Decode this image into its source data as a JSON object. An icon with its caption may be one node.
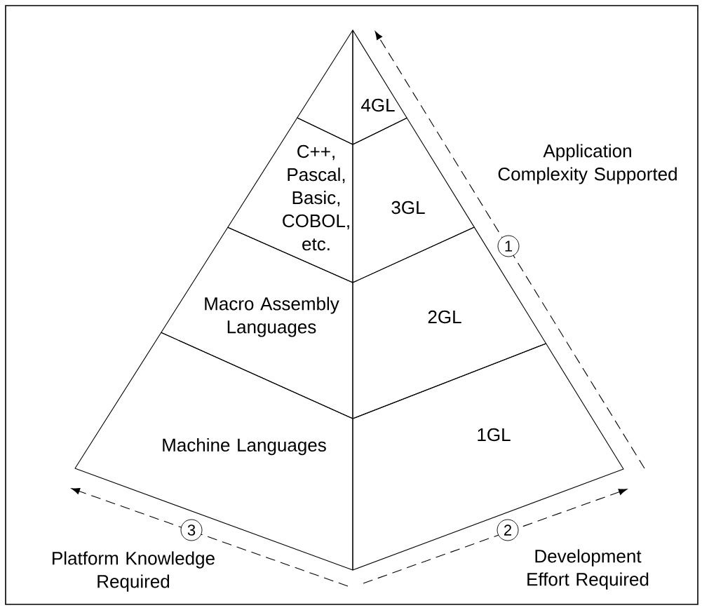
{
  "diagram": {
    "nodes": [
      {
        "text": [],
        "shape": "band"
      },
      {
        "text": [
          "4GL"
        ]
      },
      {
        "text": [
          "C++, Pascal, Basic, COBOL, etc."
        ]
      },
      {
        "text": [
          "3GL"
        ]
      },
      {
        "text": [
          "Macro Assembly Languages"
        ]
      },
      {
        "text": [
          "2GL"
        ]
      },
      {
        "text": [
          "Machine Languages"
        ]
      },
      {
        "text": [
          "1GL"
        ]
      }
    ],
    "labels": [
      "Application Complexity Supported",
      "1",
      "3",
      "2",
      "Platform Knowledge Required",
      "Development Effort Required"
    ]
  }
}
